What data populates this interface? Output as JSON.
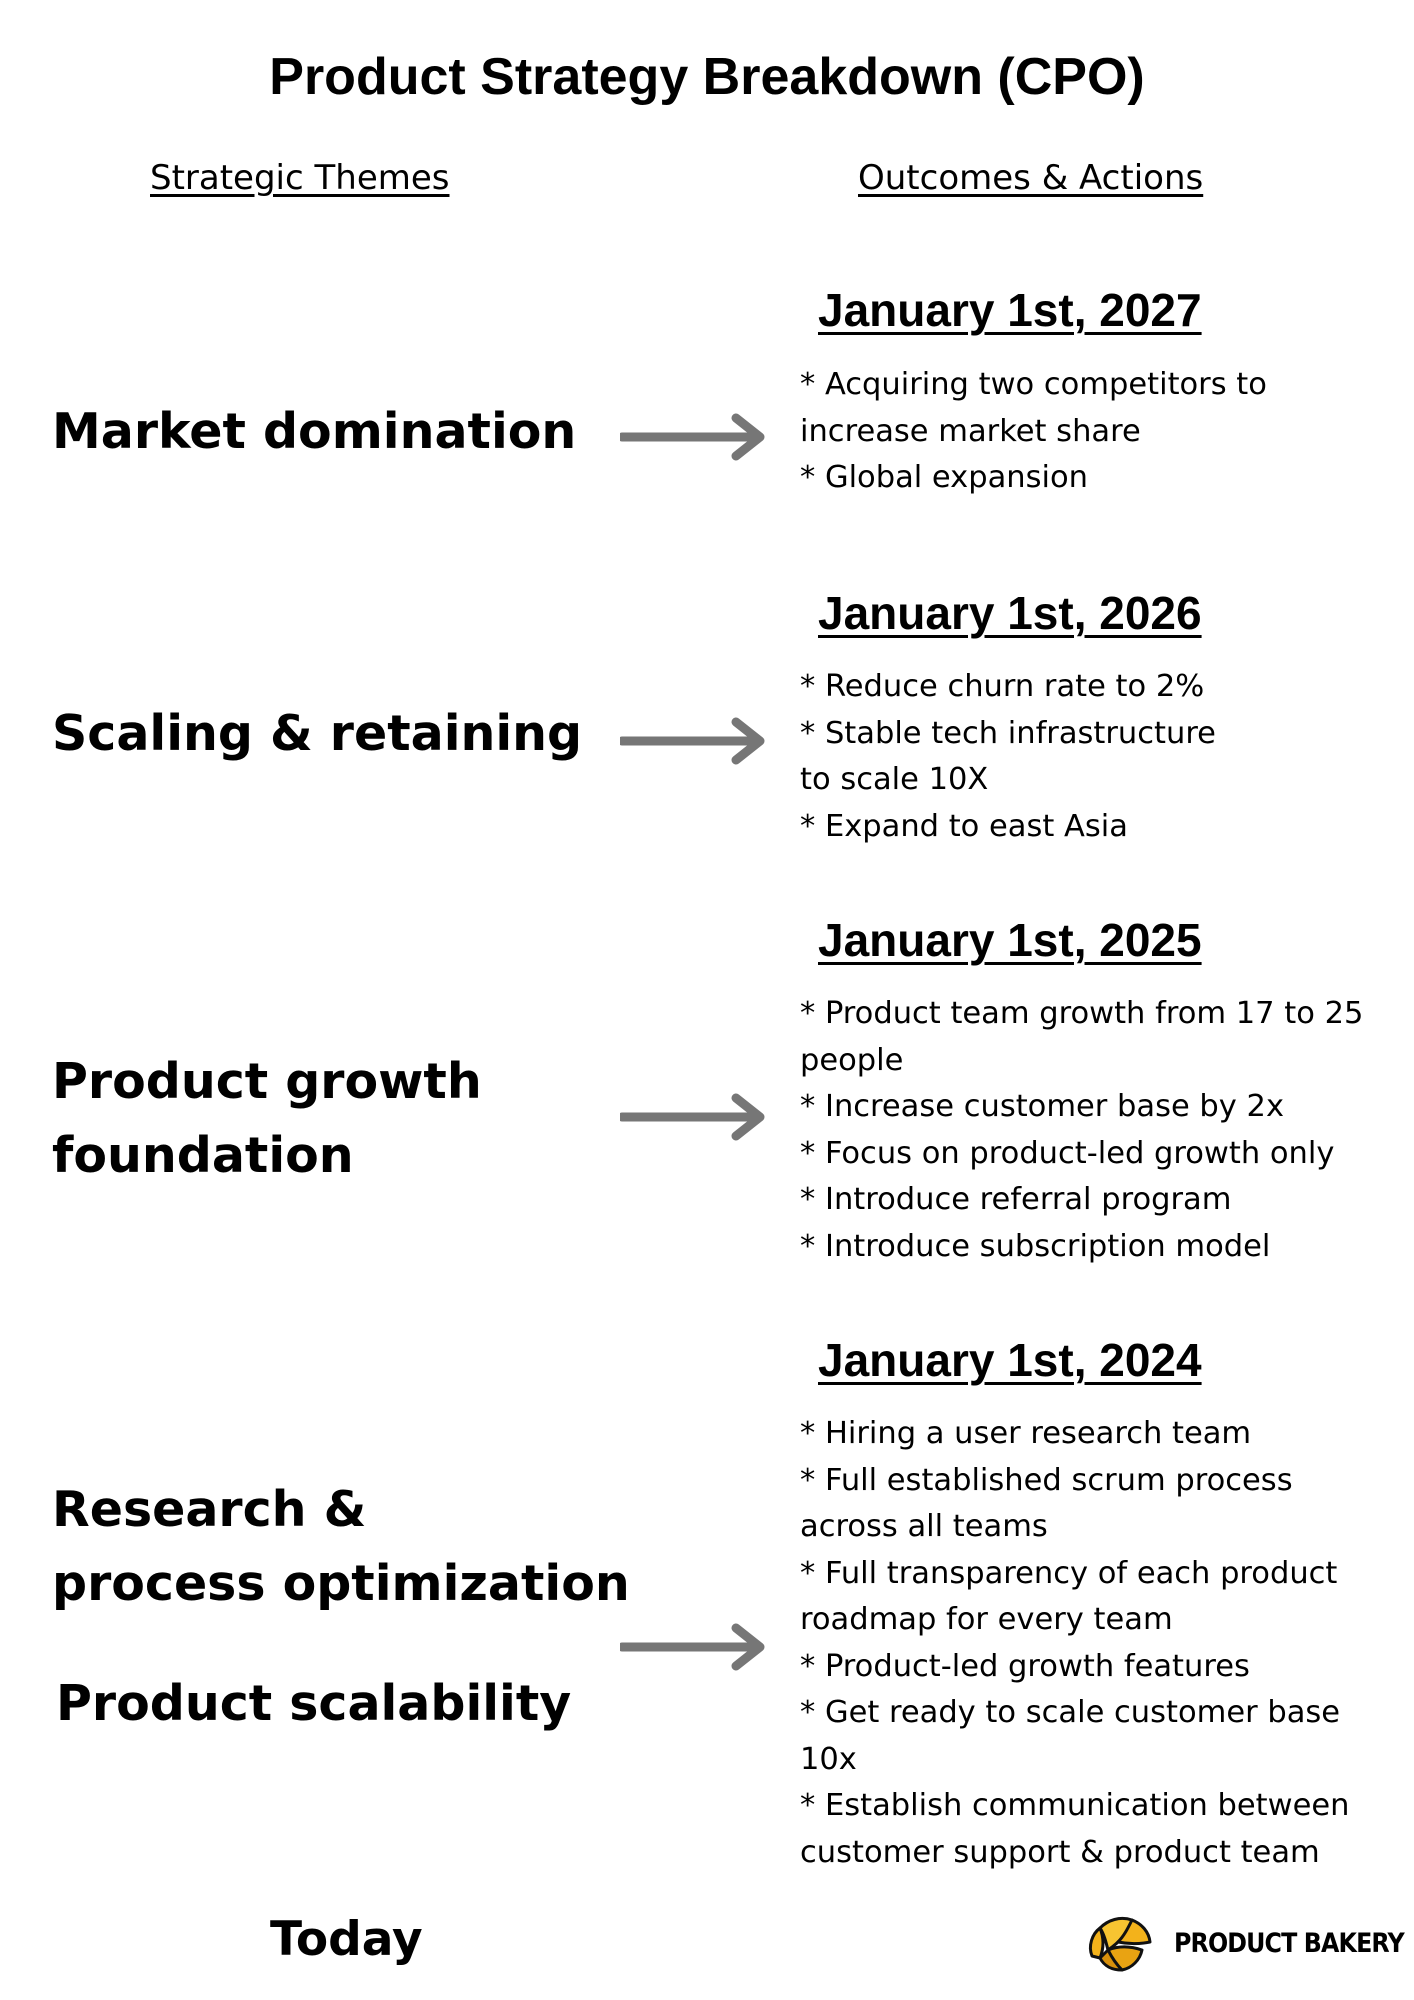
{
  "title": "Product Strategy Breakdown (CPO)",
  "columns": {
    "left": "Strategic Themes",
    "right": "Outcomes & Actions"
  },
  "milestones": [
    {
      "themes": [
        "Market domination"
      ],
      "date": "January 1st, 2027",
      "actions": [
        "* Acquiring two competitors to\nincrease market share",
        "* Global expansion"
      ]
    },
    {
      "themes": [
        "Scaling & retaining"
      ],
      "date": "January 1st, 2026",
      "actions": [
        "* Reduce churn rate to 2%",
        "* Stable tech infrastructure\nto scale 10X",
        "* Expand to east Asia"
      ]
    },
    {
      "themes": [
        "Product growth\nfoundation"
      ],
      "date": "January 1st, 2025",
      "actions": [
        "* Product team growth from 17 to 25\npeople",
        "* Increase customer base by 2x",
        "* Focus on product-led growth only",
        "* Introduce referral program",
        "* Introduce subscription model"
      ]
    },
    {
      "themes": [
        "Research &\nprocess optimization",
        "Product scalability"
      ],
      "date": "January 1st, 2024",
      "actions": [
        "* Hiring a user research team",
        "* Full established scrum process\nacross all teams",
        "* Full transparency of each product\nroadmap for every team",
        "* Product-led growth features",
        "* Get ready to scale customer base 10x",
        "* Establish communication between\ncustomer support & product team"
      ]
    }
  ],
  "footer": {
    "today": "Today",
    "brand": "PRODUCT BAKERY",
    "logo_icon": "croissant-icon"
  },
  "colors": {
    "arrow": "#767676",
    "text": "#000000",
    "logo_fill": "#f3b21b",
    "logo_outline": "#111111"
  }
}
